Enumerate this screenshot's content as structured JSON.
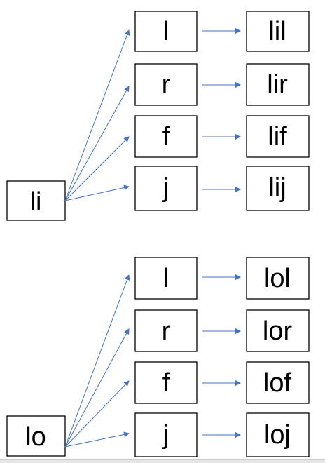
{
  "groups": [
    {
      "source": "li",
      "letters": [
        "l",
        "r",
        "f",
        "j"
      ],
      "results": [
        "lil",
        "lir",
        "lif",
        "lij"
      ]
    },
    {
      "source": "lo",
      "letters": [
        "l",
        "r",
        "f",
        "j"
      ],
      "results": [
        "lol",
        "lor",
        "lof",
        "loj"
      ]
    }
  ],
  "colors": {
    "arrow": "#4472C4",
    "box_border": "#000000",
    "text": "#000000"
  }
}
